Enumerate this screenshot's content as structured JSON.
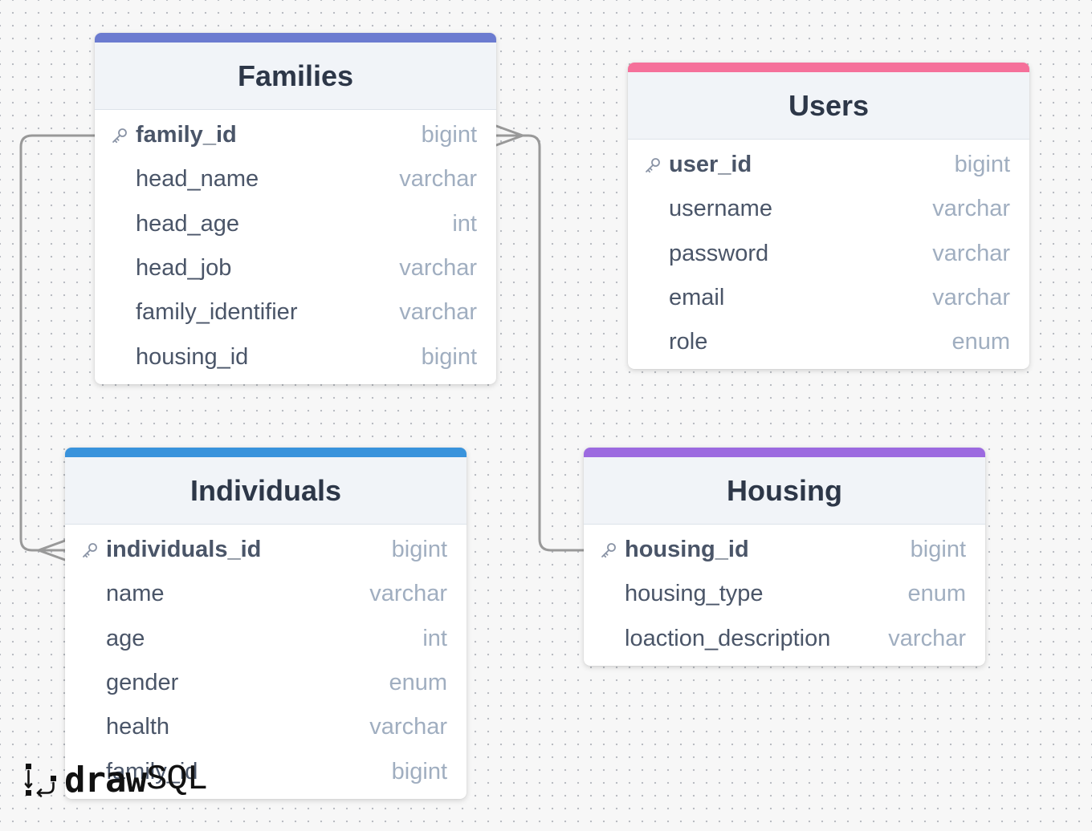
{
  "colors": {
    "background": "#f7f7f7",
    "connector": "#999999",
    "families_bar": "#6b7bd0",
    "users_bar": "#f5709a",
    "individuals_bar": "#3993dc",
    "housing_bar": "#9c6ae0"
  },
  "tables": {
    "families": {
      "title": "Families",
      "color": "#6b7bd0",
      "columns": [
        {
          "name": "family_id",
          "type": "bigint",
          "pk": true
        },
        {
          "name": "head_name",
          "type": "varchar"
        },
        {
          "name": "head_age",
          "type": "int"
        },
        {
          "name": "head_job",
          "type": "varchar"
        },
        {
          "name": "family_identifier",
          "type": "varchar"
        },
        {
          "name": "housing_id",
          "type": "bigint"
        }
      ]
    },
    "users": {
      "title": "Users",
      "color": "#f5709a",
      "columns": [
        {
          "name": "user_id",
          "type": "bigint",
          "pk": true
        },
        {
          "name": "username",
          "type": "varchar"
        },
        {
          "name": "password",
          "type": "varchar"
        },
        {
          "name": "email",
          "type": "varchar"
        },
        {
          "name": "role",
          "type": "enum"
        }
      ]
    },
    "individuals": {
      "title": "Individuals",
      "color": "#3993dc",
      "columns": [
        {
          "name": "individuals_id",
          "type": "bigint",
          "pk": true
        },
        {
          "name": "name",
          "type": "varchar"
        },
        {
          "name": "age",
          "type": "int"
        },
        {
          "name": "gender",
          "type": "enum"
        },
        {
          "name": "health",
          "type": "varchar"
        },
        {
          "name": "family_id",
          "type": "bigint"
        }
      ]
    },
    "housing": {
      "title": "Housing",
      "color": "#9c6ae0",
      "columns": [
        {
          "name": "housing_id",
          "type": "bigint",
          "pk": true
        },
        {
          "name": "housing_type",
          "type": "enum"
        },
        {
          "name": "loaction_description",
          "type": "varchar"
        }
      ]
    }
  },
  "relations": [
    {
      "from": "families.family_id",
      "to": "individuals.family_id",
      "cardinality": "one-to-many"
    },
    {
      "from": "housing.housing_id",
      "to": "families.housing_id",
      "cardinality": "one-to-many"
    }
  ],
  "logo": {
    "icon": "drawsql-logo-icon",
    "text_draw": "draw",
    "text_sql": "SQL"
  }
}
